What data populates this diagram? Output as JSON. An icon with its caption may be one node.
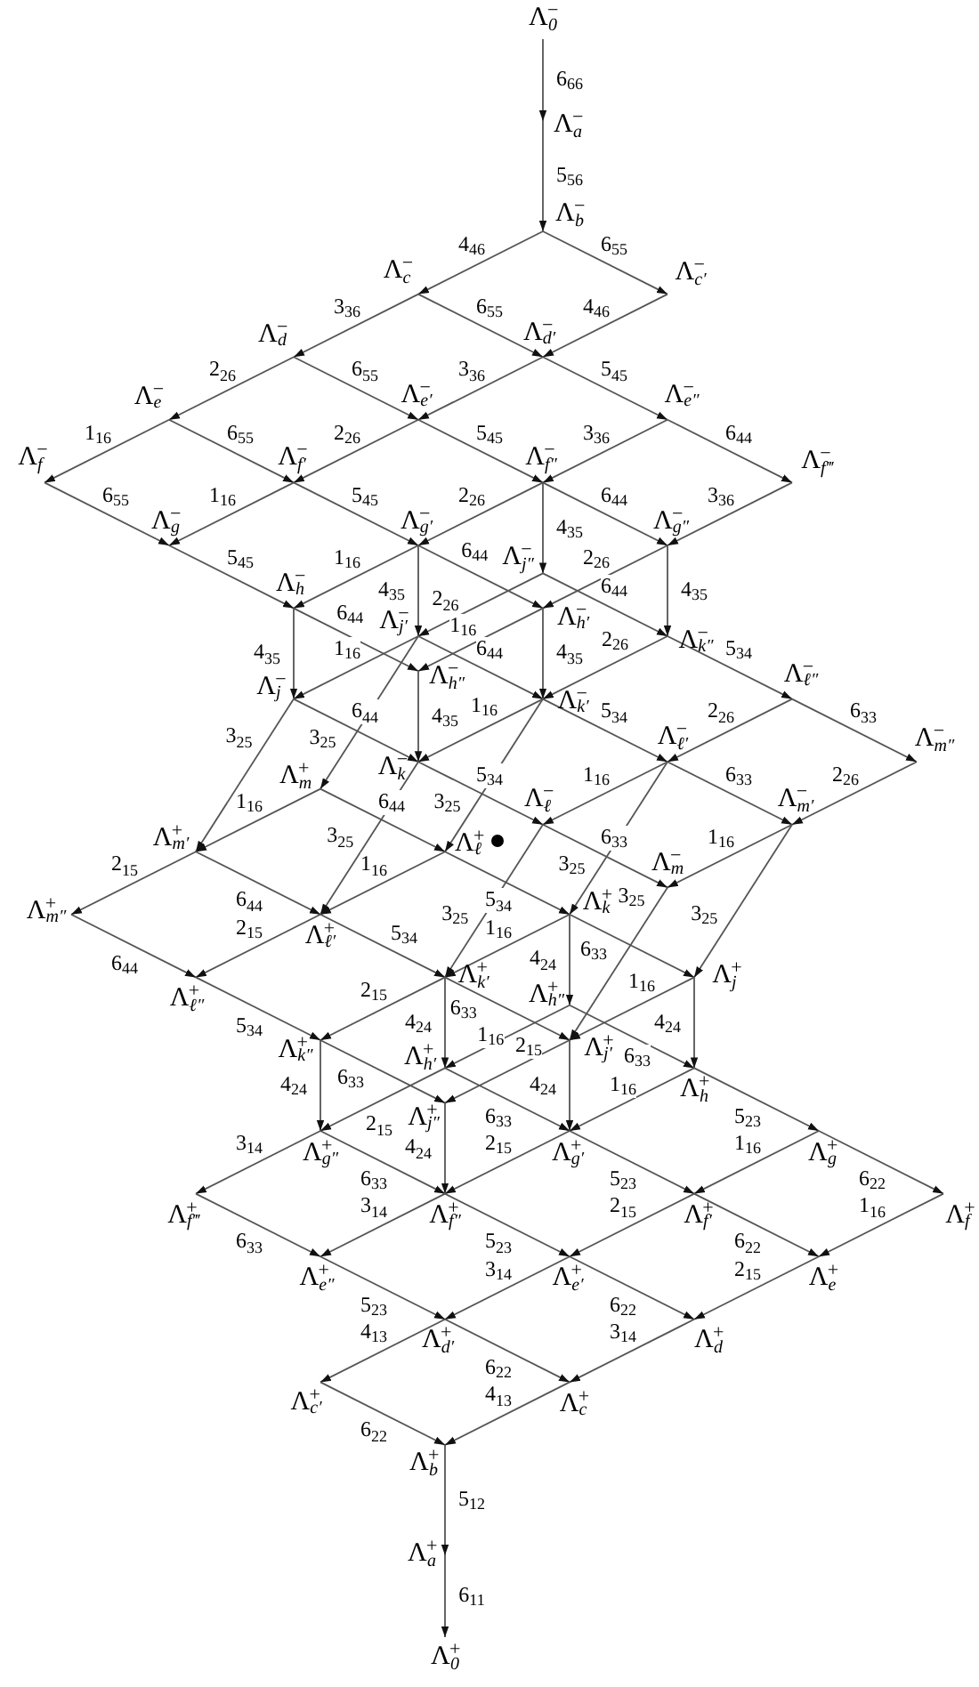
{
  "diagram": {
    "nodes": [
      {
        "text": [
          "Λ$_{0}$$^{−}$"
        ]
      },
      {
        "text": [
          "Λ$_{a}$$^{−}$"
        ]
      },
      {
        "text": [
          "Λ$_{b}$$^{−}$"
        ]
      },
      {
        "text": [
          "Λ$_{c}$$^{−}$"
        ]
      },
      {
        "text": [
          "Λ$_{c′}$$^{−}$"
        ]
      },
      {
        "text": [
          "Λ$_{d}$$^{−}$"
        ]
      },
      {
        "text": [
          "Λ$_{d′}$$^{−}$"
        ]
      },
      {
        "text": [
          "Λ$_{e}$$^{−}$"
        ]
      },
      {
        "text": [
          "Λ$_{e′}$$^{−}$"
        ]
      },
      {
        "text": [
          "Λ$_{e″}$$^{−}$"
        ]
      },
      {
        "text": [
          "Λ$_{f}$$^{−}$"
        ]
      },
      {
        "text": [
          "Λ$_{f′}$$^{−}$"
        ]
      },
      {
        "text": [
          "Λ$_{f″}$$^{−}$"
        ]
      },
      {
        "text": [
          "Λ$_{f‴}$$^{−}$"
        ]
      },
      {
        "text": [
          "Λ$_{g}$$^{−}$"
        ]
      },
      {
        "text": [
          "Λ$_{g′}$$^{−}$"
        ]
      },
      {
        "text": [
          "Λ$_{g″}$$^{−}$"
        ]
      },
      {
        "text": [
          "Λ$_{j″}$$^{−}$"
        ]
      },
      {
        "text": [
          "Λ$_{h}$$^{−}$"
        ]
      },
      {
        "text": [
          "Λ$_{h′}$$^{−}$"
        ]
      },
      {
        "text": [
          "Λ$_{j′}$$^{−}$"
        ]
      },
      {
        "text": [
          "Λ$_{k″}$$^{−}$"
        ]
      },
      {
        "text": [
          "Λ$_{h″}$$^{−}$"
        ]
      },
      {
        "text": [
          "Λ$_{j}$$^{−}$"
        ]
      },
      {
        "text": [
          "Λ$_{k′}$$^{−}$"
        ]
      },
      {
        "text": [
          "Λ$_{ℓ″}$$^{−}$"
        ]
      },
      {
        "text": [
          "Λ$_{k}$$^{−}$"
        ]
      },
      {
        "text": [
          "Λ$_{ℓ′}$$^{−}$"
        ]
      },
      {
        "text": [
          "Λ$_{m″}$$^{−}$"
        ]
      },
      {
        "text": [
          "Λ$_{m}$$^{+}$"
        ]
      },
      {
        "text": [
          "Λ$_{ℓ}$$^{−}$"
        ]
      },
      {
        "text": [
          "Λ$_{m′}$$^{−}$"
        ]
      },
      {
        "text": [
          "Λ$_{m′}$$^{+}$"
        ]
      },
      {
        "text": [
          "Λ$_{ℓ}$$^{+}$"
        ]
      },
      {
        "text": [
          "Λ$_{m}$$^{−}$"
        ]
      },
      {
        "text": [
          "Λ$_{m″}$$^{+}$"
        ]
      },
      {
        "text": [
          "Λ$_{ℓ′}$$^{+}$"
        ]
      },
      {
        "text": [
          "Λ$_{k}$$^{+}$"
        ]
      },
      {
        "text": [
          "Λ$_{ℓ″}$$^{+}$"
        ]
      },
      {
        "text": [
          "Λ$_{k′}$$^{+}$"
        ]
      },
      {
        "text": [
          "Λ$_{j}$$^{+}$"
        ]
      },
      {
        "text": [
          "Λ$_{h″}$$^{+}$"
        ]
      },
      {
        "text": [
          "Λ$_{k″}$$^{+}$"
        ]
      },
      {
        "text": [
          "Λ$_{j′}$$^{+}$"
        ]
      },
      {
        "text": [
          "Λ$_{h′}$$^{+}$"
        ]
      },
      {
        "text": [
          "Λ$_{h}$$^{+}$"
        ]
      },
      {
        "text": [
          "Λ$_{j″}$$^{+}$"
        ]
      },
      {
        "text": [
          "Λ$_{g″}$$^{+}$"
        ]
      },
      {
        "text": [
          "Λ$_{g′}$$^{+}$"
        ]
      },
      {
        "text": [
          "Λ$_{g}$$^{+}$"
        ]
      },
      {
        "text": [
          "Λ$_{f‴}$$^{+}$"
        ]
      },
      {
        "text": [
          "Λ$_{f″}$$^{+}$"
        ]
      },
      {
        "text": [
          "Λ$_{f′}$$^{+}$"
        ]
      },
      {
        "text": [
          "Λ$_{f}$$^{+}$"
        ]
      },
      {
        "text": [
          "Λ$_{e″}$$^{+}$"
        ]
      },
      {
        "text": [
          "Λ$_{e′}$$^{+}$"
        ]
      },
      {
        "text": [
          "Λ$_{e}$$^{+}$"
        ]
      },
      {
        "text": [
          "Λ$_{d′}$$^{+}$"
        ]
      },
      {
        "text": [
          "Λ$_{d}$$^{+}$"
        ]
      },
      {
        "text": [
          "Λ$_{c′}$$^{+}$"
        ]
      },
      {
        "text": [
          "Λ$_{c}$$^{+}$"
        ]
      },
      {
        "text": [
          "Λ$_{b}$$^{+}$"
        ]
      },
      {
        "text": [
          "Λ$_{a}$$^{+}$"
        ]
      },
      {
        "text": [
          "Λ$_{0}$$^{+}$"
        ]
      }
    ],
    "edges": [
      {
        "from": 0,
        "to": 1,
        "arrow": "to",
        "label": "6$_{66}$"
      },
      {
        "from": 1,
        "to": 2,
        "arrow": "to",
        "label": "5$_{56}$"
      },
      {
        "from": 2,
        "to": 3,
        "arrow": "to",
        "label": "4$_{46}$"
      },
      {
        "from": 2,
        "to": 4,
        "arrow": "to",
        "label": "6$_{55}$"
      },
      {
        "from": 3,
        "to": 5,
        "arrow": "to",
        "label": "3$_{36}$"
      },
      {
        "from": 3,
        "to": 6,
        "arrow": "to",
        "label": "6$_{55}$"
      },
      {
        "from": 4,
        "to": 6,
        "arrow": "to",
        "label": "4$_{46}$"
      },
      {
        "from": 5,
        "to": 7,
        "arrow": "to",
        "label": "2$_{26}$"
      },
      {
        "from": 5,
        "to": 8,
        "arrow": "to",
        "label": "6$_{55}$"
      },
      {
        "from": 6,
        "to": 8,
        "arrow": "to",
        "label": "3$_{36}$"
      },
      {
        "from": 6,
        "to": 9,
        "arrow": "to",
        "label": "5$_{45}$"
      },
      {
        "from": 7,
        "to": 10,
        "arrow": "to",
        "label": "1$_{16}$"
      },
      {
        "from": 7,
        "to": 11,
        "arrow": "to",
        "label": "6$_{55}$"
      },
      {
        "from": 8,
        "to": 11,
        "arrow": "to",
        "label": "2$_{26}$"
      },
      {
        "from": 8,
        "to": 12,
        "arrow": "to",
        "label": "5$_{45}$"
      },
      {
        "from": 9,
        "to": 12,
        "arrow": "to",
        "label": "3$_{36}$"
      },
      {
        "from": 9,
        "to": 13,
        "arrow": "to",
        "label": "6$_{44}$"
      },
      {
        "from": 10,
        "to": 14,
        "arrow": "to",
        "label": "6$_{55}$"
      },
      {
        "from": 11,
        "to": 14,
        "arrow": "to",
        "label": "1$_{16}$"
      },
      {
        "from": 11,
        "to": 15,
        "arrow": "to",
        "label": "5$_{45}$"
      },
      {
        "from": 12,
        "to": 15,
        "arrow": "to",
        "label": "2$_{26}$"
      },
      {
        "from": 12,
        "to": 16,
        "arrow": "to",
        "label": "6$_{44}$"
      },
      {
        "from": 12,
        "to": 17,
        "arrow": "to",
        "label": "4$_{35}$"
      },
      {
        "from": 13,
        "to": 16,
        "arrow": "to",
        "label": "3$_{36}$"
      },
      {
        "from": 14,
        "to": 18,
        "arrow": "to",
        "label": "5$_{45}$"
      },
      {
        "from": 15,
        "to": 18,
        "arrow": "to",
        "label": "1$_{16}$"
      },
      {
        "from": 15,
        "to": 19,
        "arrow": "to",
        "label": "6$_{44}$"
      },
      {
        "from": 15,
        "to": 20,
        "arrow": "to",
        "label": "4$_{35}$"
      },
      {
        "from": 16,
        "to": 19,
        "arrow": "to",
        "label": "2$_{26}$"
      },
      {
        "from": 16,
        "to": 21,
        "arrow": "to",
        "label": "4$_{35}$"
      },
      {
        "from": 17,
        "to": 20,
        "arrow": "to",
        "label": "2$_{26}$"
      },
      {
        "from": 17,
        "to": 21,
        "arrow": "to",
        "label": "6$_{44}$"
      },
      {
        "from": 18,
        "to": 22,
        "arrow": "to",
        "label": "6$_{44}$"
      },
      {
        "from": 18,
        "to": 23,
        "arrow": "to",
        "label": "4$_{35}$"
      },
      {
        "from": 19,
        "to": 22,
        "arrow": "to",
        "label": "1$_{16}$"
      },
      {
        "from": 19,
        "to": 24,
        "arrow": "to",
        "label": "4$_{35}$"
      },
      {
        "from": 20,
        "to": 23,
        "arrow": "to",
        "label": "1$_{16}$"
      },
      {
        "from": 20,
        "to": 24,
        "arrow": "to",
        "label": "6$_{44}$"
      },
      {
        "from": 21,
        "to": 24,
        "arrow": "to",
        "label": "2$_{26}$"
      },
      {
        "from": 21,
        "to": 25,
        "arrow": "to",
        "label": "5$_{34}$"
      },
      {
        "from": 22,
        "to": 26,
        "arrow": "to",
        "label": "4$_{35}$"
      },
      {
        "from": 23,
        "to": 26,
        "arrow": "to",
        "label": "6$_{44}$"
      },
      {
        "from": 24,
        "to": 26,
        "arrow": "to",
        "label": "1$_{16}$"
      },
      {
        "from": 24,
        "to": 27,
        "arrow": "to",
        "label": "5$_{34}$"
      },
      {
        "from": 25,
        "to": 27,
        "arrow": "to",
        "label": "2$_{26}$"
      },
      {
        "from": 25,
        "to": 28,
        "arrow": "to",
        "label": "6$_{33}$"
      },
      {
        "from": 26,
        "to": 30,
        "arrow": "to",
        "label": "5$_{34}$"
      },
      {
        "from": 27,
        "to": 30,
        "arrow": "to",
        "label": "1$_{16}$"
      },
      {
        "from": 27,
        "to": 31,
        "arrow": "to",
        "label": "6$_{33}$"
      },
      {
        "from": 28,
        "to": 31,
        "arrow": "to",
        "label": "2$_{26}$"
      },
      {
        "from": 30,
        "to": 34,
        "arrow": "to",
        "label": "6$_{33}$"
      },
      {
        "from": 31,
        "to": 34,
        "arrow": "to",
        "label": "1$_{16}$"
      },
      {
        "from": 20,
        "to": 29,
        "arrow": "to",
        "label": "3$_{25}$"
      },
      {
        "from": 23,
        "to": 32,
        "arrow": "to",
        "label": "3$_{25}$"
      },
      {
        "from": 24,
        "to": 33,
        "arrow": "to",
        "label": "3$_{25}$"
      },
      {
        "from": 26,
        "to": 36,
        "arrow": "to",
        "label": "3$_{25}$"
      },
      {
        "from": 27,
        "to": 37,
        "arrow": "to",
        "label": "3$_{25}$"
      },
      {
        "from": 30,
        "to": 39,
        "arrow": "to",
        "label": "3$_{25}$"
      },
      {
        "from": 31,
        "to": 40,
        "arrow": "to",
        "label": "3$_{25}$"
      },
      {
        "from": 34,
        "to": 43,
        "arrow": "to",
        "label": "3$_{25}$"
      },
      {
        "from": 29,
        "to": 32,
        "arrow": "to",
        "label": "1$_{16}$"
      },
      {
        "from": 29,
        "to": 33,
        "arrow": "to",
        "label": "6$_{44}$"
      },
      {
        "from": 32,
        "to": 35,
        "arrow": "to",
        "label": "2$_{15}$"
      },
      {
        "from": 32,
        "to": 36,
        "arrow": "to",
        "label": "6$_{44}$"
      },
      {
        "from": 33,
        "to": 36,
        "arrow": "to",
        "label": "1$_{16}$"
      },
      {
        "from": 33,
        "to": 37,
        "arrow": "to",
        "label": "5$_{34}$"
      },
      {
        "from": 35,
        "to": 38,
        "arrow": "to",
        "label": "6$_{44}$"
      },
      {
        "from": 36,
        "to": 38,
        "arrow": "to",
        "label": "2$_{15}$"
      },
      {
        "from": 36,
        "to": 39,
        "arrow": "to",
        "label": "5$_{34}$"
      },
      {
        "from": 37,
        "to": 39,
        "arrow": "to",
        "label": "1$_{16}$"
      },
      {
        "from": 37,
        "to": 40,
        "arrow": "to",
        "label": "6$_{33}$"
      },
      {
        "from": 37,
        "to": 41,
        "arrow": "to",
        "label": "4$_{24}$"
      },
      {
        "from": 38,
        "to": 42,
        "arrow": "to",
        "label": "5$_{34}$"
      },
      {
        "from": 39,
        "to": 42,
        "arrow": "to",
        "label": "2$_{15}$"
      },
      {
        "from": 39,
        "to": 43,
        "arrow": "to",
        "label": "6$_{33}$"
      },
      {
        "from": 40,
        "to": 43,
        "arrow": "to",
        "label": "1$_{16}$"
      },
      {
        "from": 39,
        "to": 44,
        "arrow": "to",
        "label": "4$_{24}$"
      },
      {
        "from": 41,
        "to": 44,
        "arrow": "to",
        "label": "1$_{16}$"
      },
      {
        "from": 40,
        "to": 45,
        "arrow": "to",
        "label": "4$_{24}$"
      },
      {
        "from": 41,
        "to": 45,
        "arrow": "to",
        "label": "6$_{33}$"
      },
      {
        "from": 42,
        "to": 46,
        "arrow": "to",
        "label": "6$_{33}$"
      },
      {
        "from": 43,
        "to": 46,
        "arrow": "to",
        "label": "2$_{15}$"
      },
      {
        "from": 42,
        "to": 47,
        "arrow": "to",
        "label": "4$_{24}$"
      },
      {
        "from": 44,
        "to": 47,
        "arrow": "to",
        "label": "2$_{15}$"
      },
      {
        "from": 43,
        "to": 48,
        "arrow": "to",
        "label": "4$_{24}$"
      },
      {
        "from": 44,
        "to": 48,
        "arrow": "to",
        "label": "6$_{33}$"
      },
      {
        "from": 45,
        "to": 48,
        "arrow": "to",
        "label": "1$_{16}$"
      },
      {
        "from": 45,
        "to": 49,
        "arrow": "to",
        "label": "5$_{23}$"
      },
      {
        "from": 47,
        "to": 50,
        "arrow": "to",
        "label": "3$_{14}$"
      },
      {
        "from": 46,
        "to": 51,
        "arrow": "to",
        "label": "4$_{24}$"
      },
      {
        "from": 47,
        "to": 51,
        "arrow": "to",
        "label": "6$_{33}$"
      },
      {
        "from": 48,
        "to": 51,
        "arrow": "to",
        "label": "2$_{15}$"
      },
      {
        "from": 48,
        "to": 52,
        "arrow": "to",
        "label": "5$_{23}$"
      },
      {
        "from": 49,
        "to": 52,
        "arrow": "to",
        "label": "1$_{16}$"
      },
      {
        "from": 49,
        "to": 53,
        "arrow": "to",
        "label": "6$_{22}$"
      },
      {
        "from": 50,
        "to": 54,
        "arrow": "to",
        "label": "6$_{33}$"
      },
      {
        "from": 51,
        "to": 54,
        "arrow": "to",
        "label": "3$_{14}$"
      },
      {
        "from": 51,
        "to": 55,
        "arrow": "to",
        "label": "5$_{23}$"
      },
      {
        "from": 52,
        "to": 55,
        "arrow": "to",
        "label": "2$_{15}$"
      },
      {
        "from": 52,
        "to": 56,
        "arrow": "to",
        "label": "6$_{22}$"
      },
      {
        "from": 53,
        "to": 56,
        "arrow": "to",
        "label": "1$_{16}$"
      },
      {
        "from": 54,
        "to": 57,
        "arrow": "to",
        "label": "5$_{23}$"
      },
      {
        "from": 55,
        "to": 57,
        "arrow": "to",
        "label": "3$_{14}$"
      },
      {
        "from": 55,
        "to": 58,
        "arrow": "to",
        "label": "6$_{22}$"
      },
      {
        "from": 56,
        "to": 58,
        "arrow": "to",
        "label": "2$_{15}$"
      },
      {
        "from": 57,
        "to": 59,
        "arrow": "to",
        "label": "4$_{13}$"
      },
      {
        "from": 57,
        "to": 60,
        "arrow": "to",
        "label": "6$_{22}$"
      },
      {
        "from": 58,
        "to": 60,
        "arrow": "to",
        "label": "3$_{14}$"
      },
      {
        "from": 59,
        "to": 61,
        "arrow": "to",
        "label": "6$_{22}$"
      },
      {
        "from": 60,
        "to": 61,
        "arrow": "to",
        "label": "4$_{13}$"
      },
      {
        "from": 61,
        "to": 62,
        "arrow": "to",
        "label": "5$_{12}$"
      },
      {
        "from": 62,
        "to": 63,
        "arrow": "to",
        "label": "6$_{11}$"
      }
    ]
  }
}
